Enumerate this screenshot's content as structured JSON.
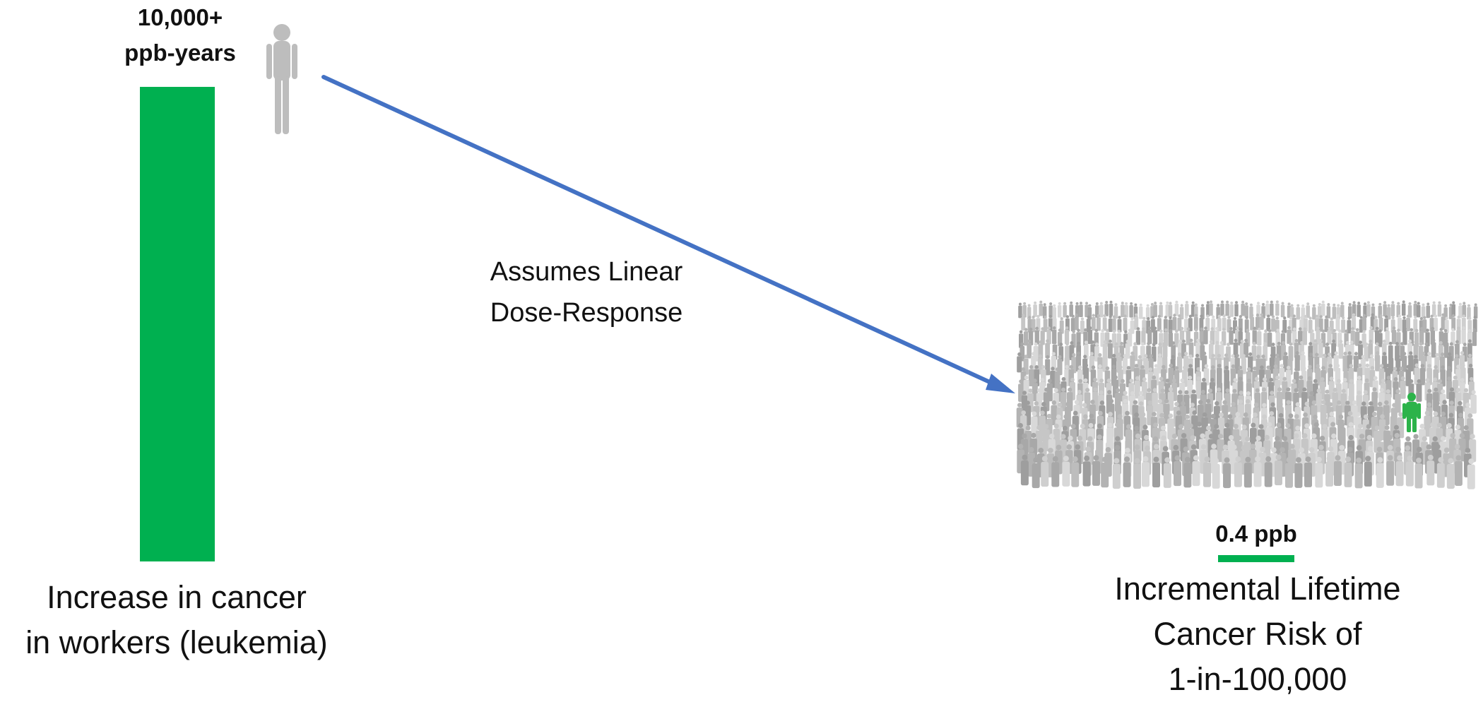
{
  "left": {
    "dose_label_line1": "10,000+",
    "dose_label_line2": "ppb-years",
    "bar_color": "#00b050",
    "caption_line1": "Increase in cancer",
    "caption_line2": "in workers (leukemia)"
  },
  "arrow": {
    "label_line1": "Assumes Linear",
    "label_line2": "Dose-Response",
    "color": "#4472c4"
  },
  "right": {
    "dose_label": "0.4 ppb",
    "bar_color": "#00b050",
    "caption_line1": "Incremental Lifetime",
    "caption_line2": "Cancer Risk of",
    "caption_line3": "1-in-100,000",
    "crowd_color": "#b8b8b8",
    "highlight_person_color": "#2cb34a"
  },
  "icons": {
    "worker": "person-silhouette-icon",
    "crowd": "crowd-icon"
  }
}
